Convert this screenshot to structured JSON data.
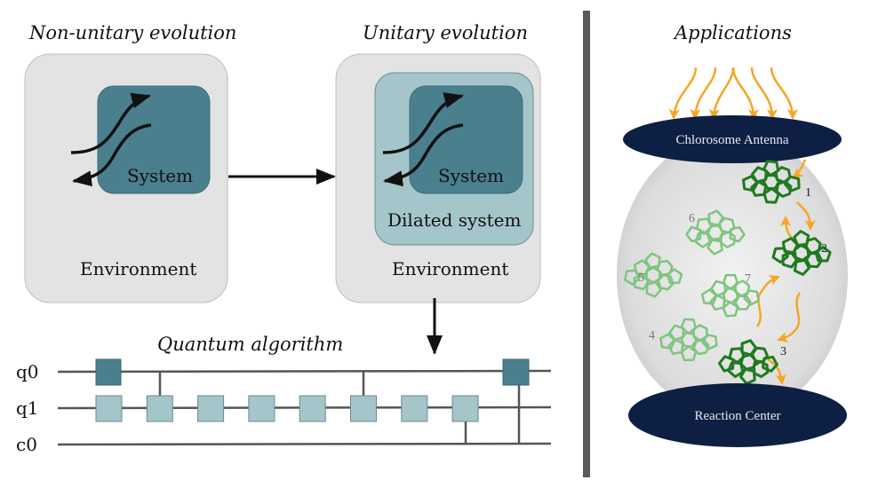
{
  "titles": {
    "non_unitary": "Non-unitary evolution",
    "unitary": "Unitary evolution",
    "algorithm": "Quantum algorithm",
    "applications": "Applications"
  },
  "panels": {
    "non_unitary": {
      "system_label": "System",
      "environment_label": "Environment"
    },
    "unitary": {
      "system_label": "System",
      "dilated_label": "Dilated system",
      "environment_label": "Environment"
    }
  },
  "circuit": {
    "wires": [
      "q0",
      "q1",
      "c0"
    ],
    "q0_gates": 2,
    "q1_gates": 8,
    "controls": [
      {
        "from": "q0",
        "to": "q1",
        "gate_index": 1
      },
      {
        "from": "q0",
        "to": "q1",
        "gate_index": 5
      },
      {
        "from": "q1",
        "to": "c0",
        "gate_index": 7
      },
      {
        "from": "q0",
        "to": "c0",
        "gate_index": "final"
      }
    ]
  },
  "applications": {
    "antenna_label": "Chlorosome Antenna",
    "reaction_label": "Reaction Center",
    "chromophores": [
      {
        "id": "1",
        "active": true
      },
      {
        "id": "2",
        "active": true
      },
      {
        "id": "3",
        "active": true
      },
      {
        "id": "4",
        "active": false
      },
      {
        "id": "5",
        "active": false
      },
      {
        "id": "6",
        "active": false
      },
      {
        "id": "7",
        "active": false
      }
    ],
    "incoming_light_arrows": 6
  },
  "colors": {
    "environment_fill": "#e3e3e3",
    "system_fill": "#4a7f8e",
    "dilated_fill": "#a4c6cb",
    "gate_light": "#a4c6cb",
    "gate_dark": "#4a7f8e",
    "ellipse_fill": "#0e1f44",
    "orange": "#f5a623",
    "green_dark": "#1f7a1f",
    "green_light": "#7fc47f",
    "divider": "#5a5a5a"
  }
}
